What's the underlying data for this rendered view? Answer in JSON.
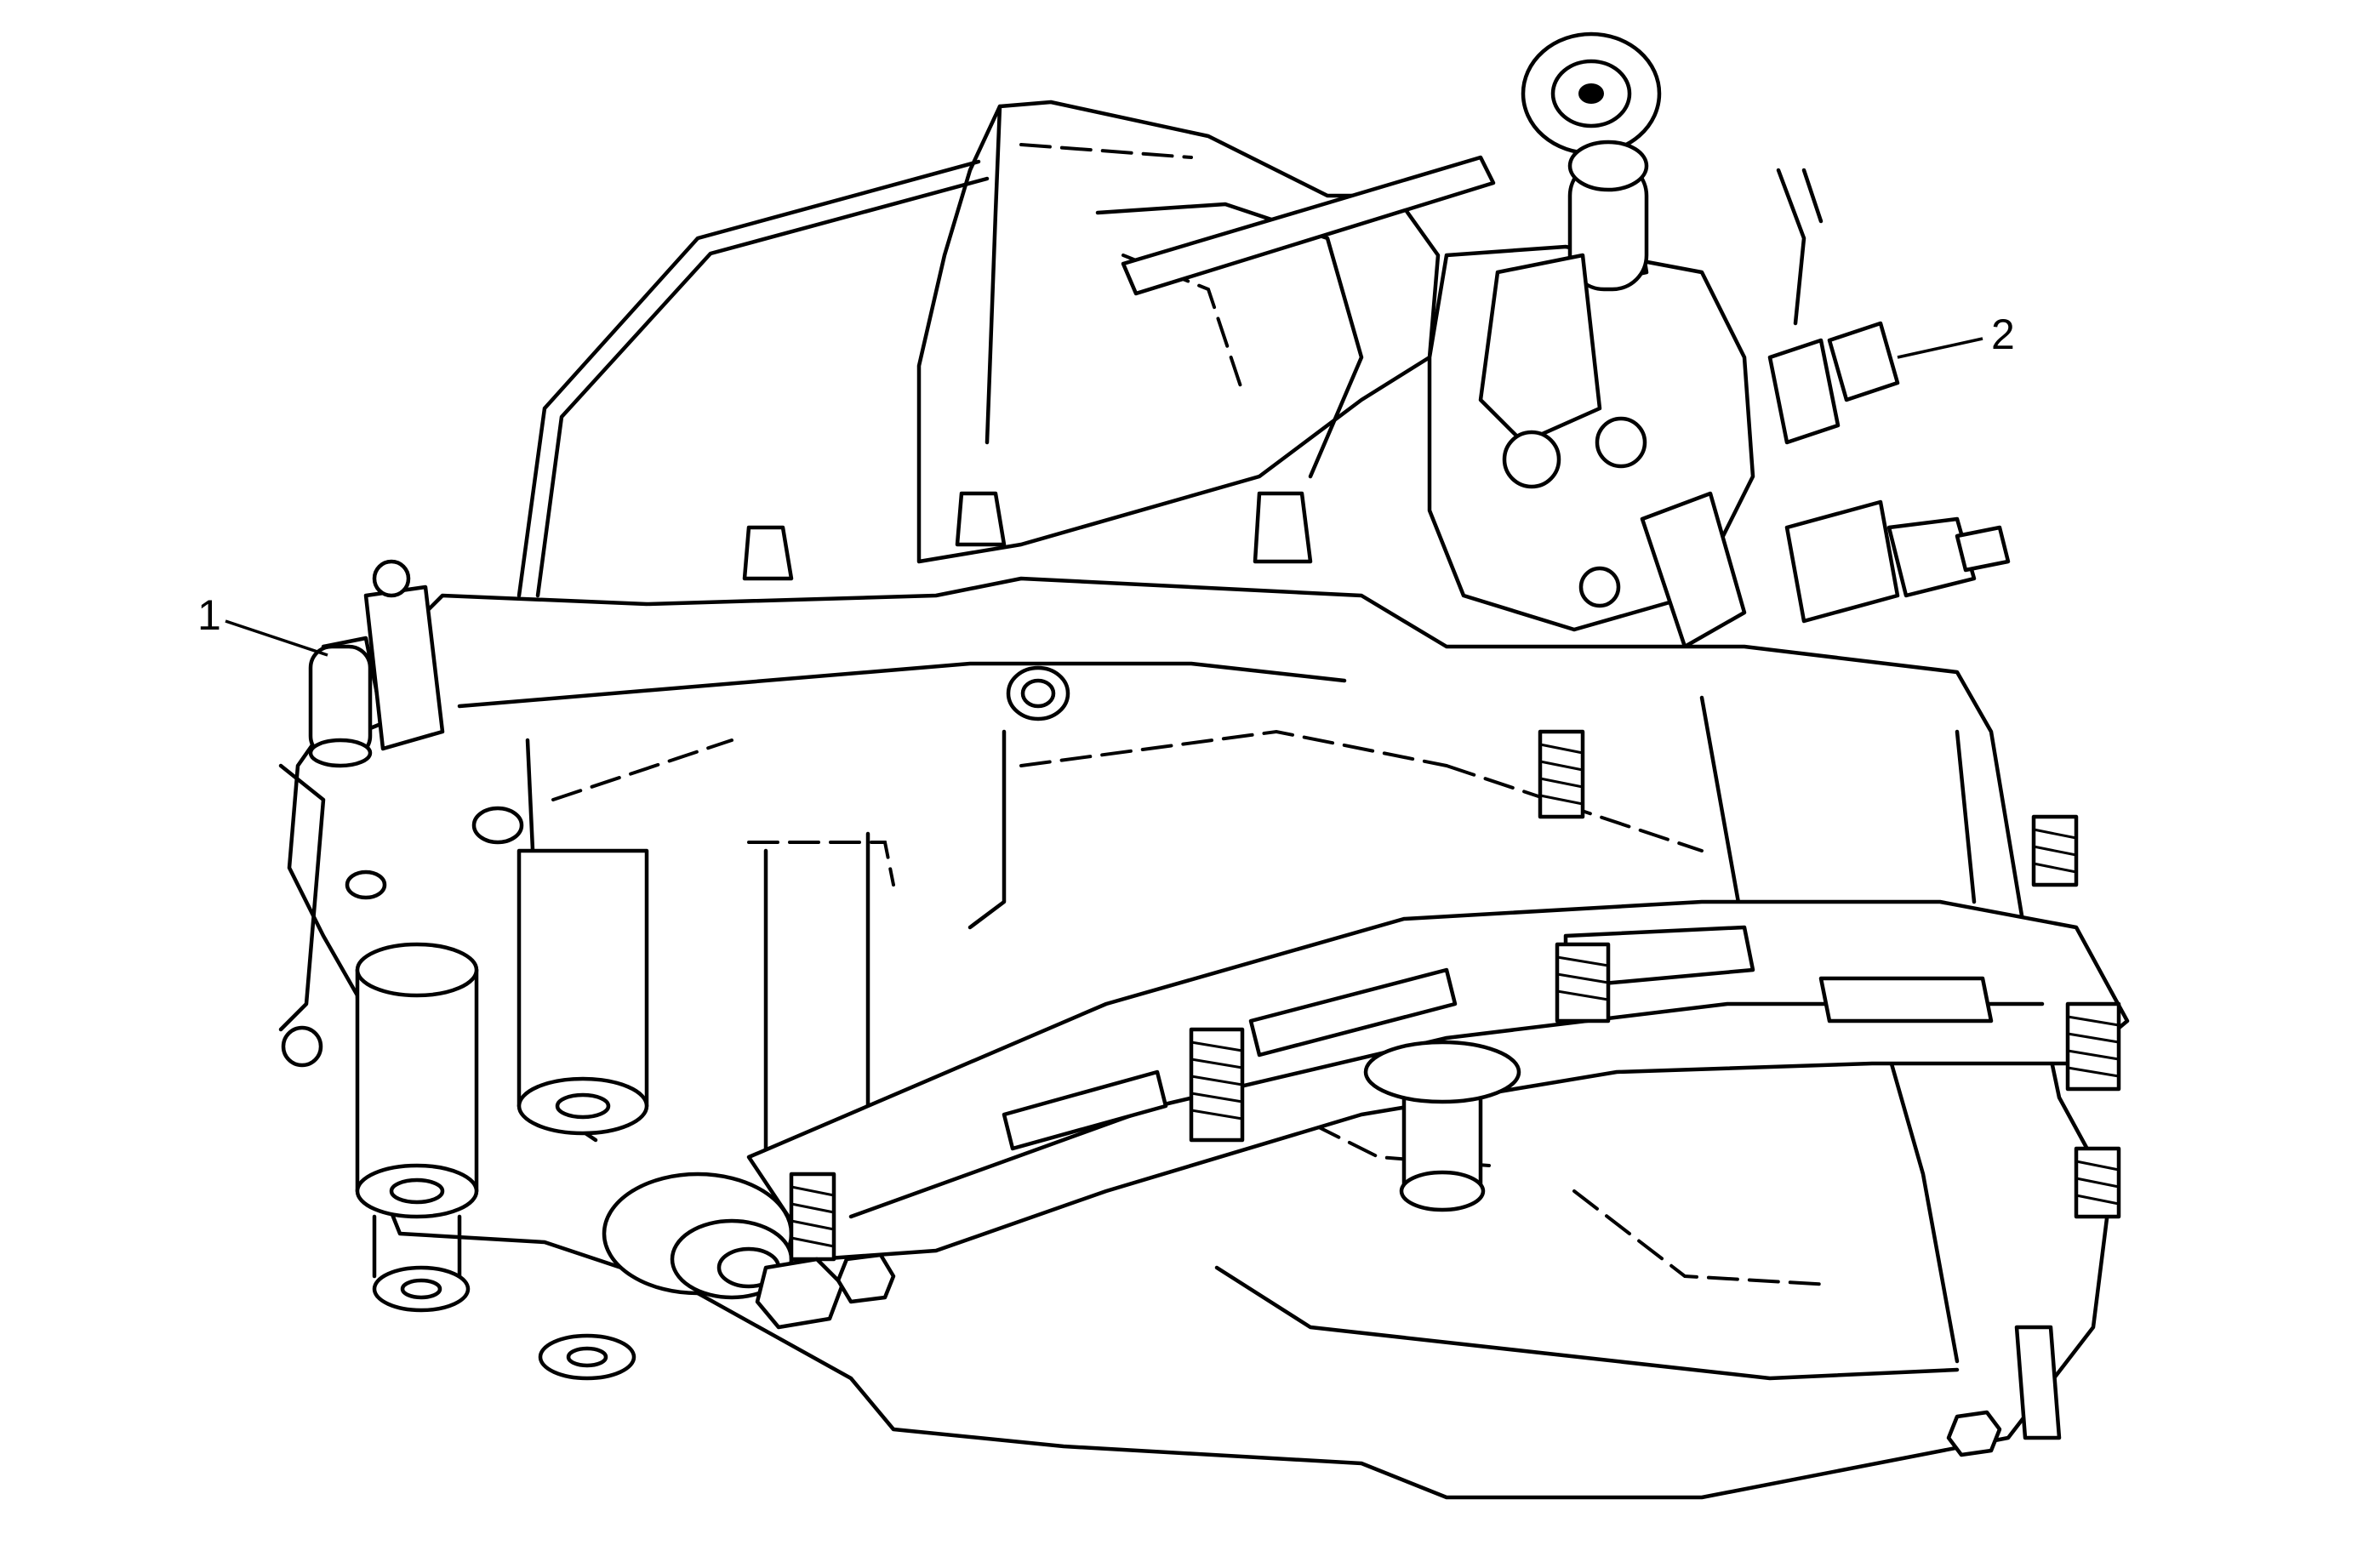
{
  "diagram": {
    "subject_icon": "transmission-assembly-line-art",
    "callouts": [
      {
        "id": "1",
        "label": "1"
      },
      {
        "id": "2",
        "label": "2"
      }
    ]
  }
}
